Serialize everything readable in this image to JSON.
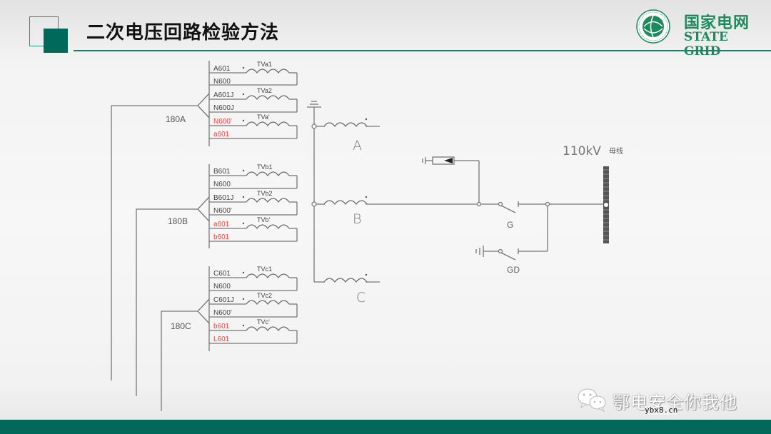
{
  "header": {
    "title": "二次电压回路检验方法",
    "logo_cn": "国家电网",
    "logo_en": "STATE GRID",
    "accent_color": "#00695a"
  },
  "diagram": {
    "groups": [
      {
        "name": "180A",
        "rows": [
          {
            "label": "A601",
            "red": false,
            "tv": "TVa1"
          },
          {
            "label": "N600",
            "red": false
          },
          {
            "label": "A601J",
            "red": false,
            "tv": "TVa2"
          },
          {
            "label": "N600J",
            "red": false
          },
          {
            "label": "N600'",
            "red": true,
            "tv": "TVa'"
          },
          {
            "label": "a601",
            "red": true
          }
        ]
      },
      {
        "name": "180B",
        "rows": [
          {
            "label": "B601",
            "red": false,
            "tv": "TVb1"
          },
          {
            "label": "N600",
            "red": false
          },
          {
            "label": "B601J",
            "red": false,
            "tv": "TVb2"
          },
          {
            "label": "N600'",
            "red": false
          },
          {
            "label": "a601",
            "red": true,
            "tv": "TVb'"
          },
          {
            "label": "b601",
            "red": true
          }
        ]
      },
      {
        "name": "180C",
        "rows": [
          {
            "label": "C601",
            "red": false,
            "tv": "TVc1"
          },
          {
            "label": "N600",
            "red": false
          },
          {
            "label": "C601J",
            "red": false,
            "tv": "TVc2"
          },
          {
            "label": "N600'",
            "red": false
          },
          {
            "label": "b601",
            "red": true,
            "tv": "TVc'"
          },
          {
            "label": "L601",
            "red": true
          }
        ]
      }
    ],
    "phases": [
      "A",
      "B",
      "C"
    ],
    "switches": {
      "disconnector": "G",
      "grounding": "GD"
    },
    "bus": {
      "voltage": "110kV",
      "label_cn": "母线"
    },
    "label_red_color": "#ff3b3b"
  },
  "watermark": {
    "text": "鄂电安全你我他",
    "site": "ybx8.cn"
  }
}
